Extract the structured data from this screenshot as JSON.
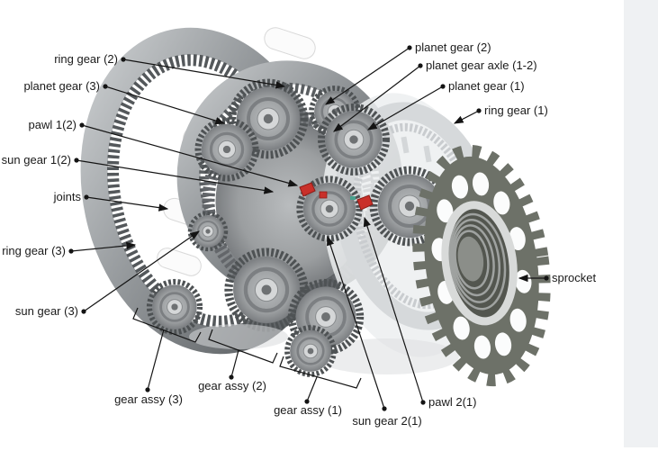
{
  "colors": {
    "background": "#ffffff",
    "side_panel": "#eff1f3",
    "label_text": "#1a1a1a",
    "leader_line": "#141414",
    "pawl_red": "#c9302a",
    "pawl_red_dark": "#8f1b16",
    "joint_white": "#fbfbfb",
    "ghost_gray": "#eceef0",
    "sprocket_gray": "#6d7168",
    "metal_dark": "#54585b"
  },
  "labels": {
    "ring_gear_2": "ring gear (2)",
    "planet_gear_3": "planet gear (3)",
    "pawl_1_2": "pawl 1(2)",
    "sun_gear_1_2": "sun gear 1(2)",
    "joints": "joints",
    "ring_gear_3": "ring gear (3)",
    "sun_gear_3": "sun gear (3)",
    "gear_assy_3": "gear assy (3)",
    "gear_assy_2": "gear assy (2)",
    "gear_assy_1": "gear assy (1)",
    "sun_gear_2_1": "sun gear 2(1)",
    "pawl_2_1": "pawl 2(1)",
    "sprocket": "sprocket",
    "planet_gear_2": "planet gear (2)",
    "planet_gear_axle_1_2": "planet gear axle (1-2)",
    "planet_gear_1": "planet gear (1)",
    "ring_gear_1": "ring gear (1)"
  }
}
